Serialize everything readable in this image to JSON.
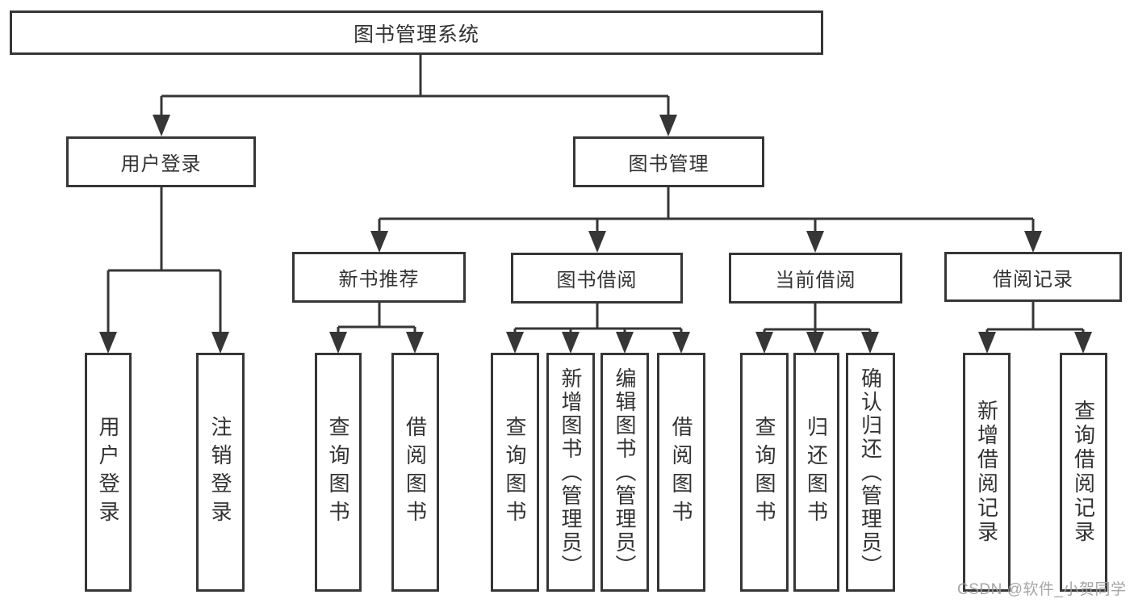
{
  "diagram_title": "图书管理系统",
  "tree": {
    "label": "图书管理系统",
    "children": [
      {
        "label": "用户登录",
        "children": [
          {
            "label": "用户登录"
          },
          {
            "label": "注销登录"
          }
        ]
      },
      {
        "label": "图书管理",
        "children": [
          {
            "label": "新书推荐",
            "children": [
              {
                "label": "查询图书"
              },
              {
                "label": "借阅图书"
              }
            ]
          },
          {
            "label": "图书借阅",
            "children": [
              {
                "label": "查询图书"
              },
              {
                "label": "新增图书（管理员）"
              },
              {
                "label": "编辑图书（管理员）"
              },
              {
                "label": "借阅图书"
              }
            ]
          },
          {
            "label": "当前借阅",
            "children": [
              {
                "label": "查询图书"
              },
              {
                "label": "归还图书"
              },
              {
                "label": "确认归还（管理员）"
              }
            ]
          },
          {
            "label": "借阅记录",
            "children": [
              {
                "label": "新增借阅记录"
              },
              {
                "label": "查询借阅记录"
              }
            ]
          }
        ]
      }
    ]
  },
  "watermark": {
    "text": "CSDN @软件_小贺同学"
  },
  "colors": {
    "line": "#363636",
    "box_border": "#363636",
    "text": "#333333",
    "watermark": "#9e9e9e",
    "background": "#ffffff"
  }
}
